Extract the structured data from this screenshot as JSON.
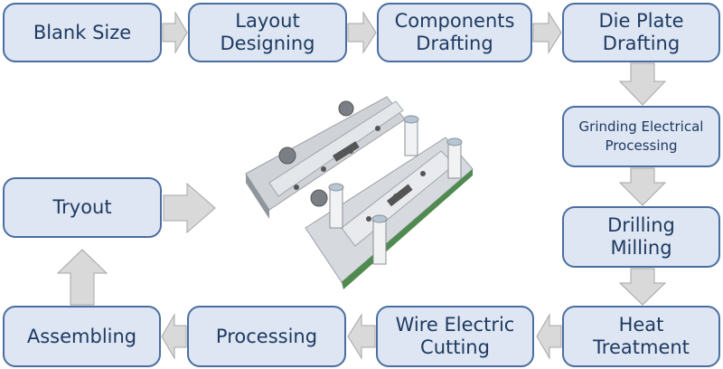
{
  "steps": {
    "blank_size": "Blank Size",
    "layout_1": "Layout",
    "layout_2": "Designing",
    "components_1": "Components",
    "components_2": "Drafting",
    "die_plate_1": "Die Plate",
    "die_plate_2": "Drafting",
    "grinding_1": "Grinding Electrical",
    "grinding_2": "Processing",
    "drilling_1": "Drilling",
    "drilling_2": "Milling",
    "heat_1": "Heat",
    "heat_2": "Treatment",
    "wire_1": "Wire Electric",
    "wire_2": "Cutting",
    "processing": "Processing",
    "assembling": "Assembling",
    "tryout": "Tryout"
  },
  "colors": {
    "box_fill": "#dde6f2",
    "box_border": "#4b6ea0",
    "text": "#1f3a63",
    "arrow_fill": "#d9d9d9",
    "arrow_border": "#a6a6a6"
  }
}
